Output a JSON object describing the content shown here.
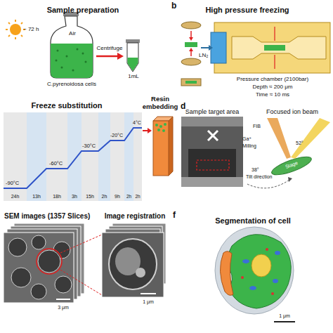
{
  "diagram": {
    "labels": [
      "Sample preparation",
      "~ 72 h",
      "Air",
      "Centrifuge",
      "1mL",
      "C.pyrenoidosa cells",
      "b",
      "High pressure freezing",
      "LN₂",
      "Pressure chamber (2100bar)",
      "Depth ≈ 200 μm",
      "Time ≈ 10 ms",
      "Freeze substitution",
      "Resin embedding",
      "-90°C",
      "-60°C",
      "-30°C",
      "-20°C",
      "4°C",
      "24h",
      "13h",
      "18h",
      "3h",
      "15h",
      "2h",
      "9h",
      "2h",
      "2h",
      "d",
      "Sample target area",
      "Focused ion beam",
      "FIB",
      "Ga⁺",
      "Milling",
      "52°",
      "38°",
      "Tilt direction",
      "Stage",
      "SEM images (1357 Slices)",
      "Image registration",
      "3 μm",
      "1 μm",
      "f",
      "Segmentation of cell",
      "1 μm"
    ]
  }
}
